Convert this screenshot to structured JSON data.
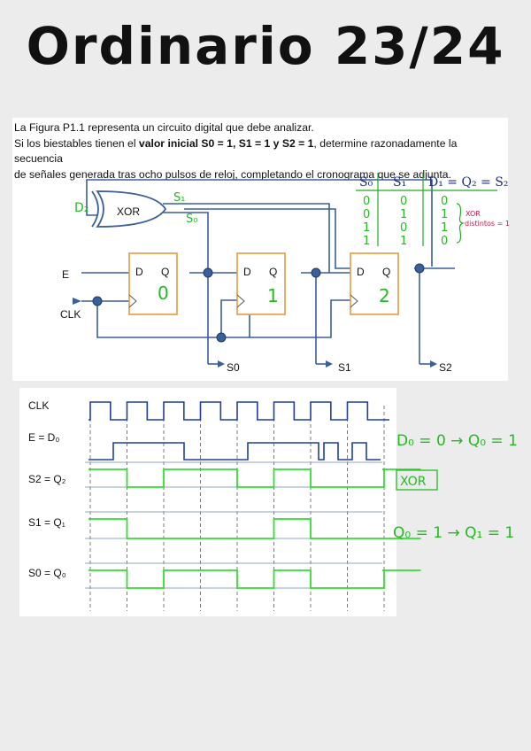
{
  "title": "Ordinario 23/24",
  "problem": {
    "line1": "La Figura P1.1 representa un circuito digital que debe analizar.",
    "line2_pre": "Si los biestables tienen el ",
    "line2_bold": "valor inicial S0 = 1, S1 = 1 y S2 = 1",
    "line2_post": ", determine razonadamente la secuencia",
    "line3": "de señales generada tras ocho pulsos de reloj, completando el cronograma que se adjunta."
  },
  "circuit": {
    "gate_label": "XOR",
    "ff_d": "D",
    "ff_q": "Q",
    "input_e": "E",
    "input_clk": "CLK",
    "out_s0": "S0",
    "out_s1": "S1",
    "out_s2": "S2",
    "ff_numbers": [
      "0",
      "1",
      "2"
    ],
    "note_d2": "D₂",
    "note_s1": "S₁",
    "note_s0": "S₀"
  },
  "truth_table": {
    "headers": [
      "S₀",
      "S₁",
      "D₁ = Q₂ = S₂"
    ],
    "rows": [
      [
        "0",
        "0",
        "0"
      ],
      [
        "0",
        "1",
        "1"
      ],
      [
        "1",
        "0",
        "1"
      ],
      [
        "1",
        "1",
        "0"
      ]
    ],
    "note_line1": "XOR",
    "note_line2": "distintos = 1"
  },
  "timing": {
    "labels": [
      "CLK",
      "E = D₀",
      "S2 = Q₂",
      "S1 = Q₁",
      "S0 = Q₀"
    ],
    "notes": [
      "D₀ = 0 → Q₀ = 1",
      "XOR",
      "Q₀ = 1 → Q₁ = 1"
    ],
    "colors": {
      "clk": "#1e3fa0",
      "e": "#1e3fa0",
      "answer": "#33dd33",
      "grid": "#8fa6c4",
      "guide": "#444444"
    }
  }
}
